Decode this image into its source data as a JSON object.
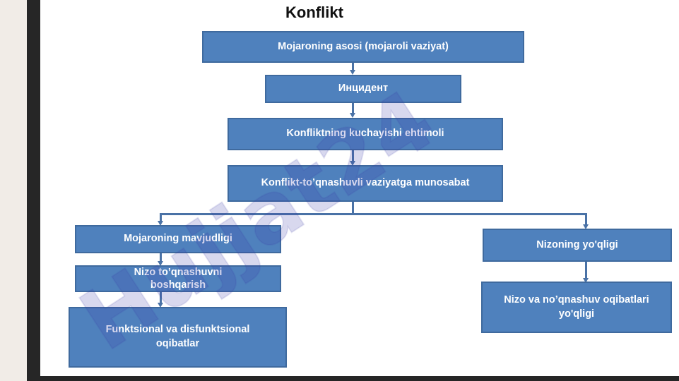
{
  "diagram": {
    "title": "Konflikt",
    "nodes": {
      "basis": "Mojaroning asosi (mojaroli vaziyat)",
      "incident": "Инцидент",
      "escalation": "Konfliktning kuchayishi ehtimoli",
      "attitude": "Konflikt-to’qnashuvli vaziyatga munosabat",
      "exists": "Mojaroning mavjudligi",
      "manage": "Nizo to’qnashuvni boshqarish",
      "consequences": "Funktsional va disfunktsional oqibatlar",
      "absent": "Nizoning yo'qligi",
      "no_consequences": "Nizo va no’qnashuv oqibatlari yo'qligi"
    }
  },
  "watermark": {
    "text": "Hujjat24",
    "color": "#3a3aa8"
  },
  "colors": {
    "box_fill": "#4f81bd",
    "box_border": "#3f6a9e",
    "connector": "#4a72a6",
    "frame": "#262626"
  }
}
